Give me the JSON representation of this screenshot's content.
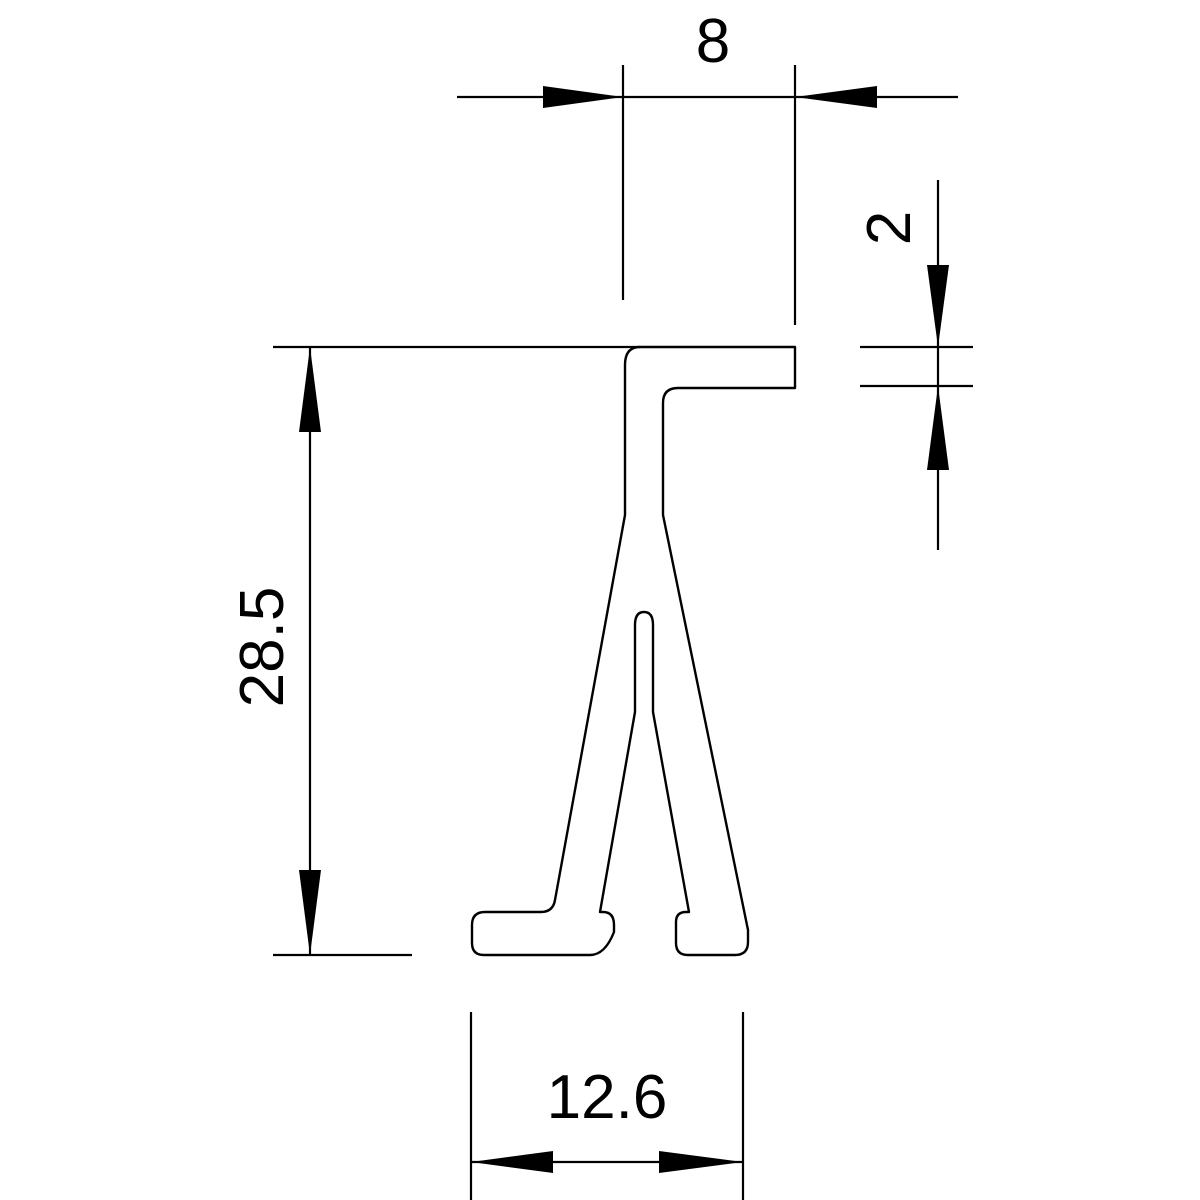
{
  "dimensions": {
    "top_width": "8",
    "flange_thickness": "2",
    "height": "28.5",
    "bottom_width": "12.6"
  },
  "colors": {
    "background": "#ffffff",
    "ink": "#000000"
  }
}
